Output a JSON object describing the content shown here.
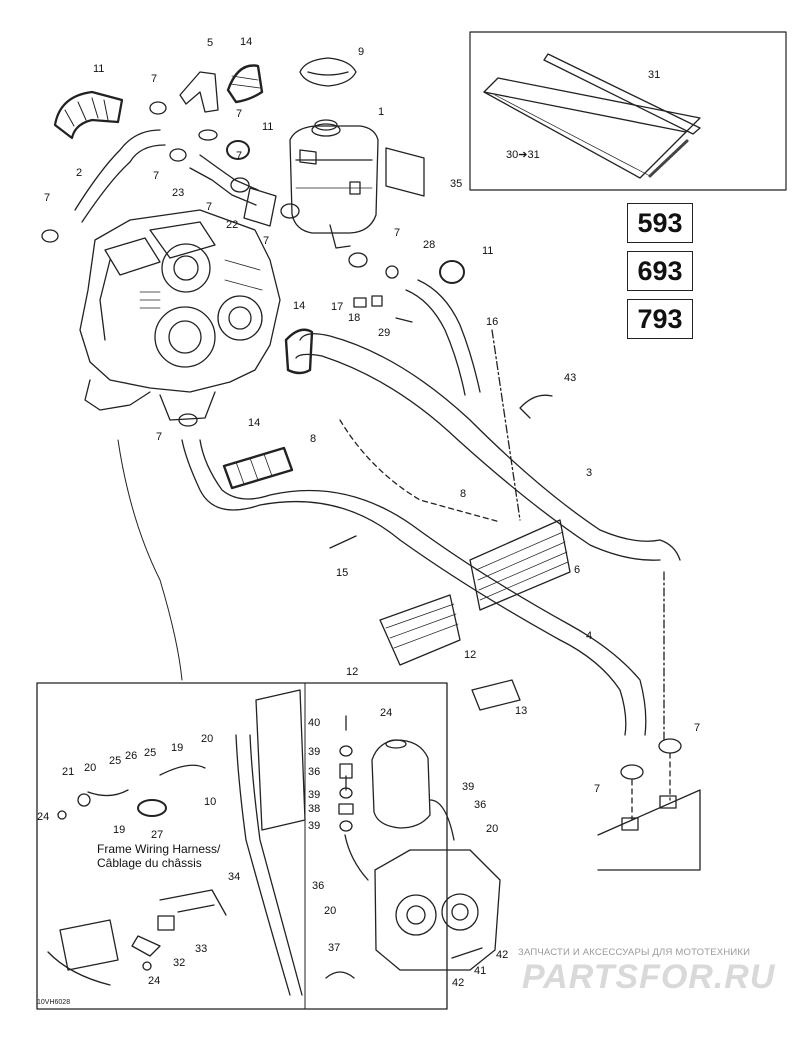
{
  "models": [
    "593",
    "693",
    "793"
  ],
  "inset_labels": {
    "harness_en": "Frame Wiring Harness/",
    "harness_fr": "Câblage du châssis"
  },
  "drawing_code": "10VH6028",
  "watermark": {
    "tagline": "ЗАПЧАСТИ И АКСЕССУАРЫ ДЛЯ МОТОТЕХНИКИ",
    "logo": "PARTSFOR.RU"
  },
  "callouts": [
    "1",
    "2",
    "3",
    "4",
    "5",
    "6",
    "7",
    "7",
    "7",
    "7",
    "7",
    "7",
    "7",
    "7",
    "7",
    "7",
    "7",
    "8",
    "8",
    "9",
    "10",
    "11",
    "11",
    "11",
    "12",
    "12",
    "13",
    "14",
    "14",
    "14",
    "15",
    "16",
    "17",
    "18",
    "19",
    "19",
    "20",
    "20",
    "20",
    "20",
    "21",
    "22",
    "23",
    "24",
    "24",
    "24",
    "25",
    "26",
    "25",
    "27",
    "28",
    "29",
    "30➔31",
    "31",
    "32",
    "33",
    "34",
    "35",
    "36",
    "36",
    "36",
    "37",
    "38",
    "39",
    "39",
    "39",
    "39",
    "40",
    "41",
    "42",
    "42",
    "43"
  ],
  "colors": {
    "line": "#222222",
    "hatch": "#444444",
    "watermark": "#d9d9d9"
  }
}
